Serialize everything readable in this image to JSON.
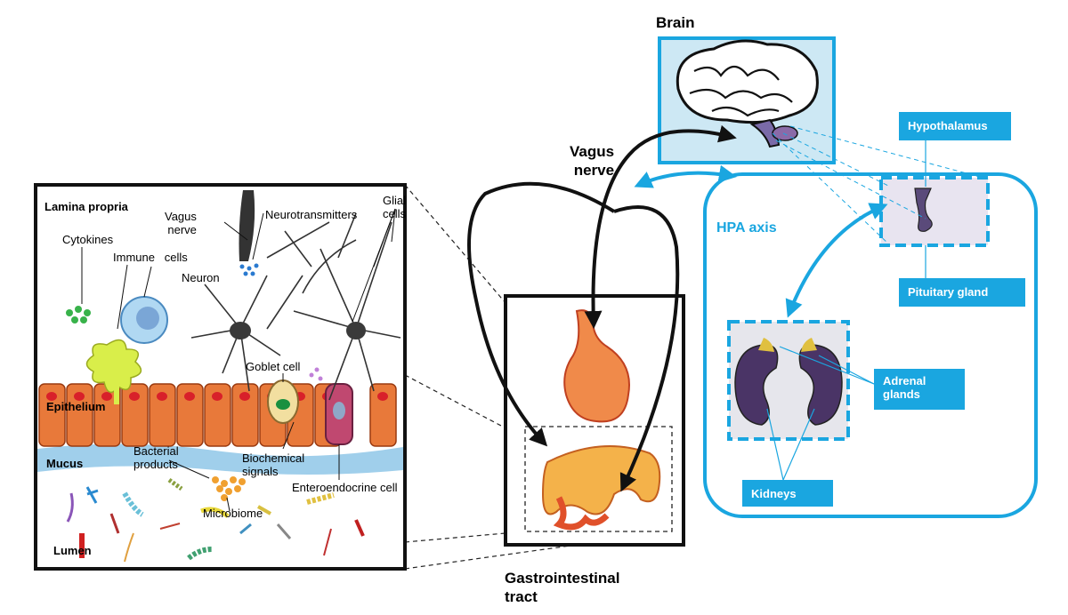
{
  "colors": {
    "accent_blue": "#1aa6e0",
    "line_black": "#111111",
    "epithelium_orange": "#e8793a",
    "mucus_blue": "#8fc7e8",
    "immune_yellow": "#d9ee4a",
    "cytokine_green": "#38b24a",
    "kidney_purple": "#4a3466"
  },
  "icons": [
    "brain-icon",
    "stomach-icon",
    "intestine-icon",
    "kidney-icon",
    "pituitary-icon",
    "neuron-icon",
    "immune-cell-icon",
    "bacteria-icon"
  ],
  "labels": {
    "brain": "Brain",
    "vagus_nerve_main": "Vagus\nnerve",
    "gi_tract": "Gastrointestinal\ntract",
    "hpa_axis": "HPA axis",
    "hypothalamus": "Hypothalamus",
    "pituitary": "Pituitary gland",
    "adrenal": "Adrenal\nglands",
    "kidneys": "Kidneys",
    "lamina_propria": "Lamina propria",
    "vagus_nerve_inset": "Vagus\nnerve",
    "neurotransmitters": "Neurotransmitters",
    "glial_cells": "Glial\ncells",
    "cytokines": "Cytokines",
    "immune_cells": "Immune   cells",
    "neuron": "Neuron",
    "goblet_cell": "Goblet cell",
    "epithelium": "Epithelium",
    "mucus": "Mucus",
    "bacterial_products": "Bacterial\nproducts",
    "biochemical_signals": "Biochemical\nsignals",
    "enteroendocrine": "Enteroendocrine cell",
    "microbiome": "Microbiome",
    "lumen": "Lumen"
  }
}
